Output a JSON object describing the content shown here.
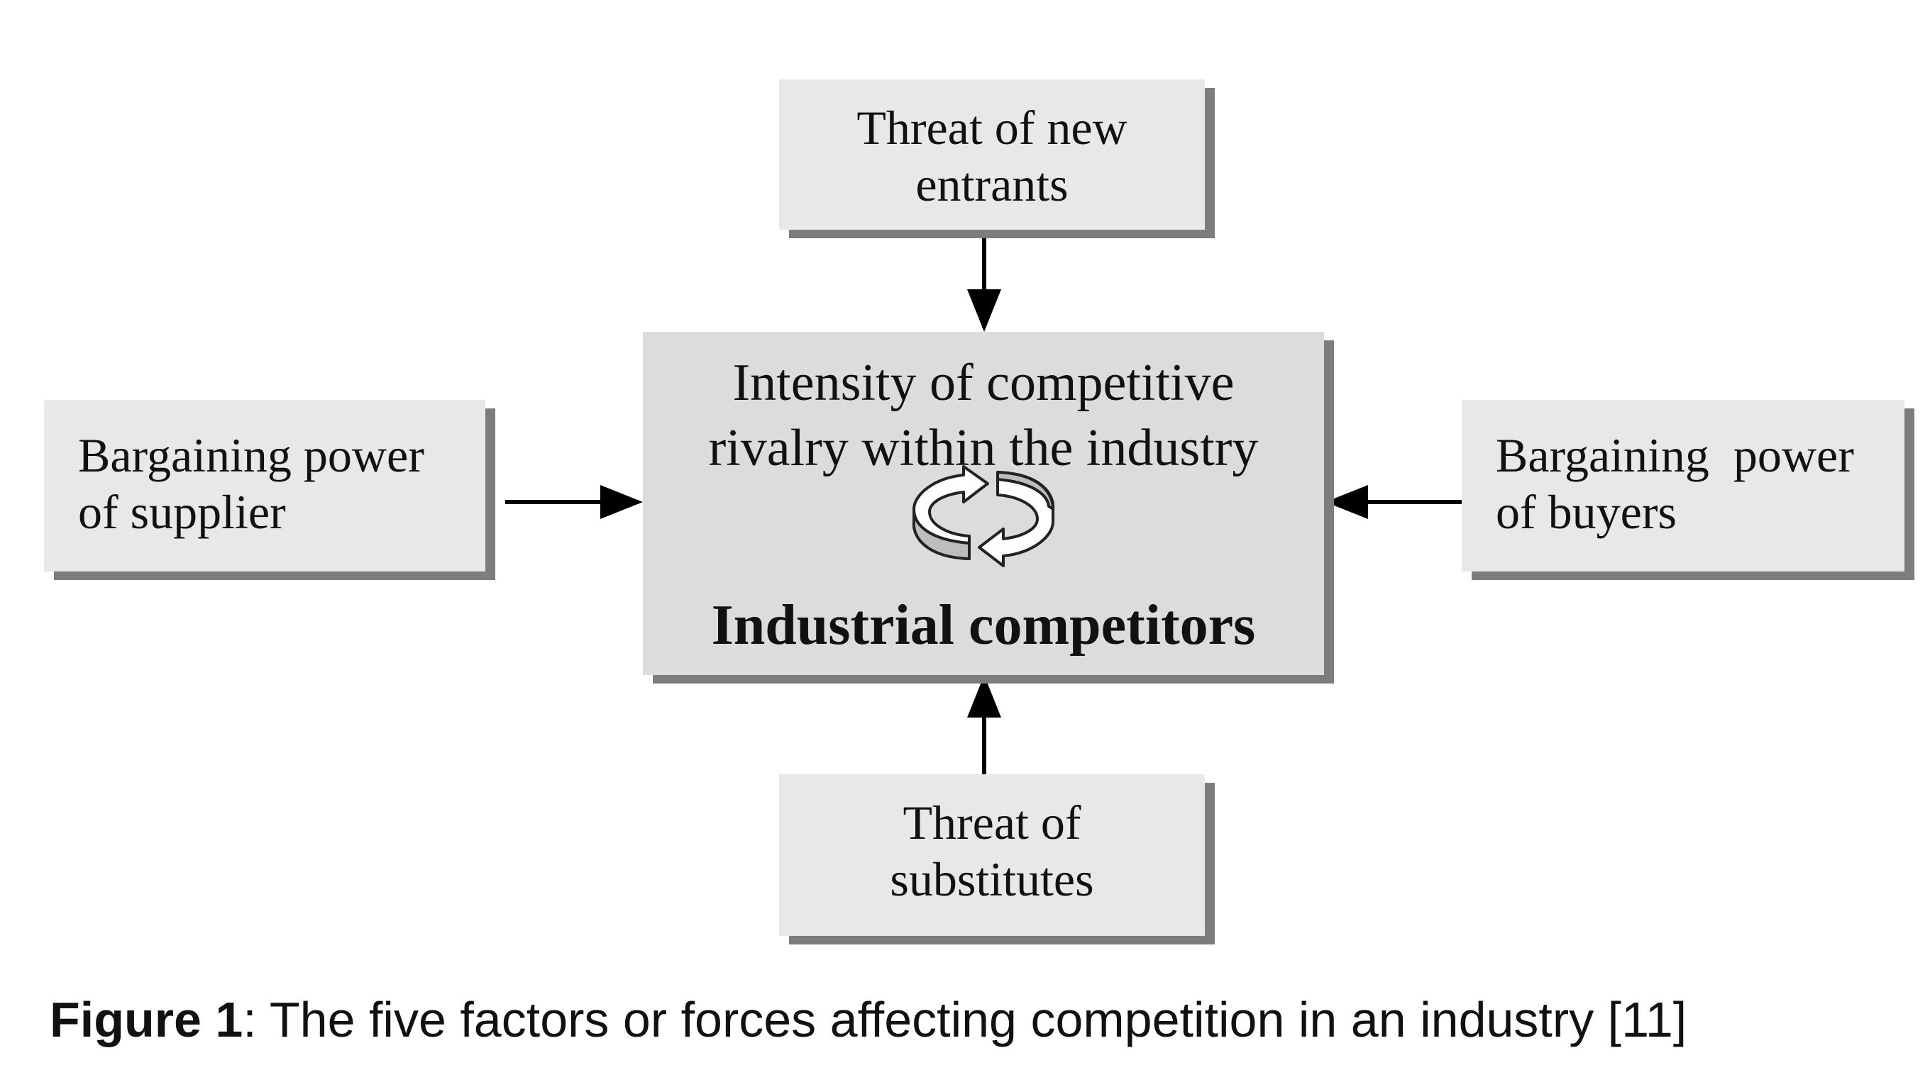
{
  "diagram": {
    "top_box": {
      "lines": "Threat of new\nentrants"
    },
    "bottom_box": {
      "lines": "Threat of\nsubstitutes"
    },
    "left_box": {
      "lines": "Bargaining power\nof supplier"
    },
    "right_box": {
      "lines": "Bargaining  power\nof buyers"
    },
    "center_box": {
      "subtitle": "Intensity of competitive\nrivalry within the industry",
      "title": "Industrial competitors",
      "icon": "cycle-arrows-icon"
    }
  },
  "caption": {
    "label": "Figure 1",
    "text": ": The five factors or forces affecting competition in an industry [11]"
  },
  "colors": {
    "box_fill": "#e8e8e8",
    "center_fill": "#dcdcdc",
    "shadow": "#7d7d7d",
    "arrow": "#000000"
  }
}
